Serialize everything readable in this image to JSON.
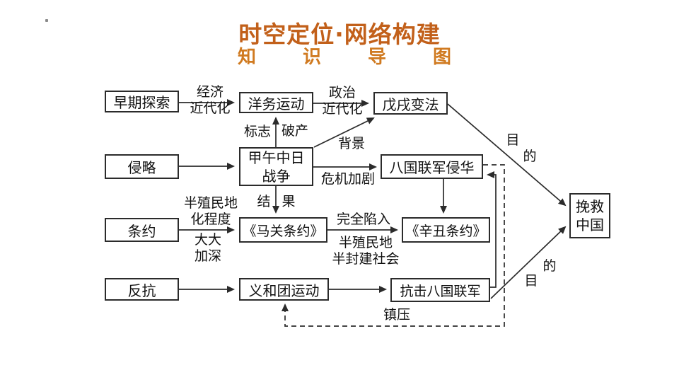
{
  "header": {
    "title": "时空定位·网络构建",
    "subtitle": "知识导图"
  },
  "nodes": {
    "early_exploration": "早期探索",
    "yangwu_movement": "洋务运动",
    "wuxu_reform": "戊戌变法",
    "invasion": "侵略",
    "jiawu_war": "甲午中日\n战争",
    "eight_nation_invasion": "八国联军侵华",
    "treaty": "条约",
    "maguan_treaty": "《马关条约》",
    "xinchou_treaty": "《辛丑条约》",
    "resistance": "反抗",
    "yihetuan_movement": "义和团运动",
    "fight_eight_nation": "抗击八国联军",
    "save_china": "挽救\n中国"
  },
  "edge_labels": {
    "economic_modernization": "经济\n近代化",
    "political_modernization": "政治\n近代化",
    "sign": "标志",
    "bankruptcy": "破产",
    "background": "背景",
    "crisis_intensified": "危机加剧",
    "result": {
      "left": "结",
      "right": "果"
    },
    "semicolonial_degree": "半殖民地\n化程度",
    "greatly_deepened": "大大\n加深",
    "completely_fell": "完全陷入",
    "semicolonial_semifeudal": "半殖民地\n半封建社会",
    "purpose_top": {
      "first": "目",
      "second": "的"
    },
    "purpose_bottom": {
      "first": "目",
      "second": "的"
    },
    "suppression": "镇压"
  },
  "colors": {
    "title_orange": "#c2601a",
    "subtitle_orange": "#d07a20",
    "line_color": "#2b2b2b",
    "background": "#ffffff"
  }
}
